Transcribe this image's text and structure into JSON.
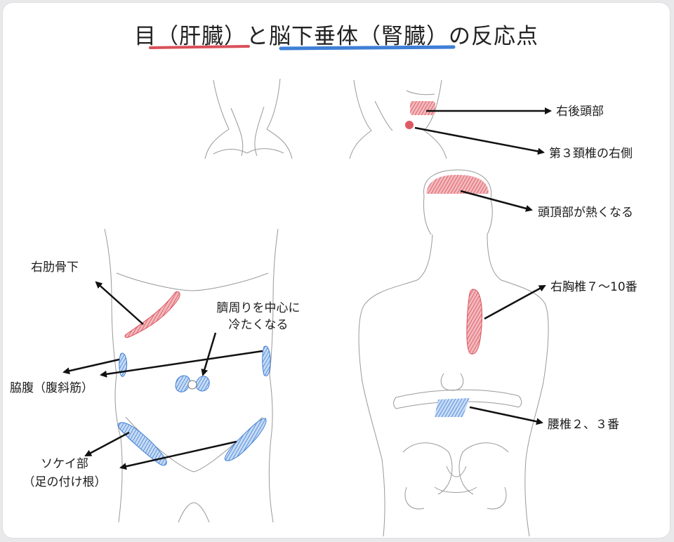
{
  "title": "目（肝臓）と脳下垂体（腎臓）の反応点",
  "legend_colors": {
    "liver": "#d9505a",
    "kidney": "#3f7fd6"
  },
  "labels": {
    "right_occiput": "右後頭部",
    "c3_right": "第３頚椎の右側",
    "crown_hot": "頭頂部が熱くなる",
    "right_thoracic": "右胸椎７〜10番",
    "lumbar": "腰椎２、３番",
    "right_rib": "右肋骨下",
    "navel_line1": "臍周りを中心に",
    "navel_line2": "冷たくなる",
    "flank": "脇腹（腹斜筋）",
    "groin_line1": "ソケイ部",
    "groin_line2": "（足の付け根）"
  }
}
